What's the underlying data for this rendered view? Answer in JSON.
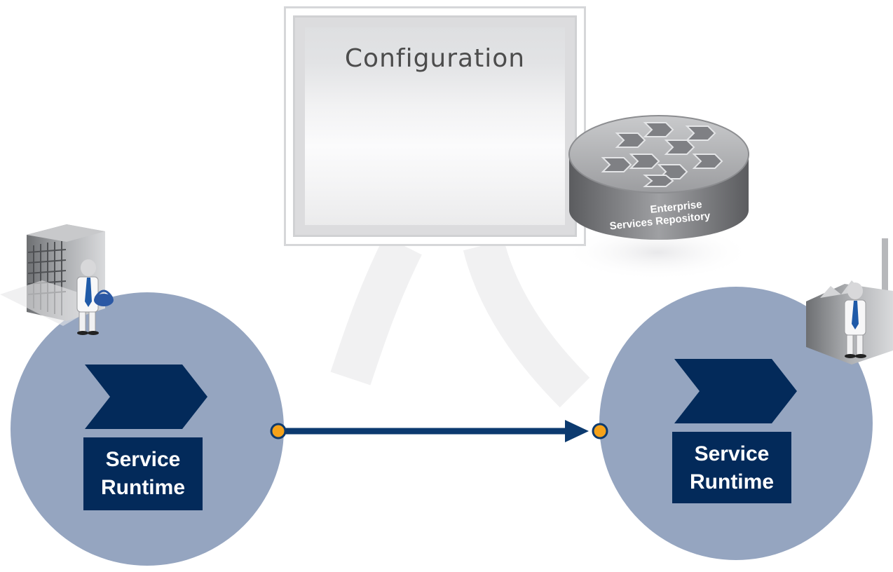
{
  "configuration": {
    "title": "Configuration"
  },
  "repository": {
    "label_line1": "Enterprise",
    "label_line2": "Services Repository"
  },
  "left_node": {
    "line1": "Service",
    "line2": "Runtime"
  },
  "right_node": {
    "line1": "Service",
    "line2": "Runtime"
  },
  "colors": {
    "node_circle": "#95a5c0",
    "label_box": "#032a5a",
    "connector": "#0c3a6f",
    "endpoint": "#f5a21a"
  },
  "icons": {
    "left_actor": "building-with-person-icon",
    "right_actor": "factory-with-person-icon",
    "repository": "database-disk-icon"
  }
}
